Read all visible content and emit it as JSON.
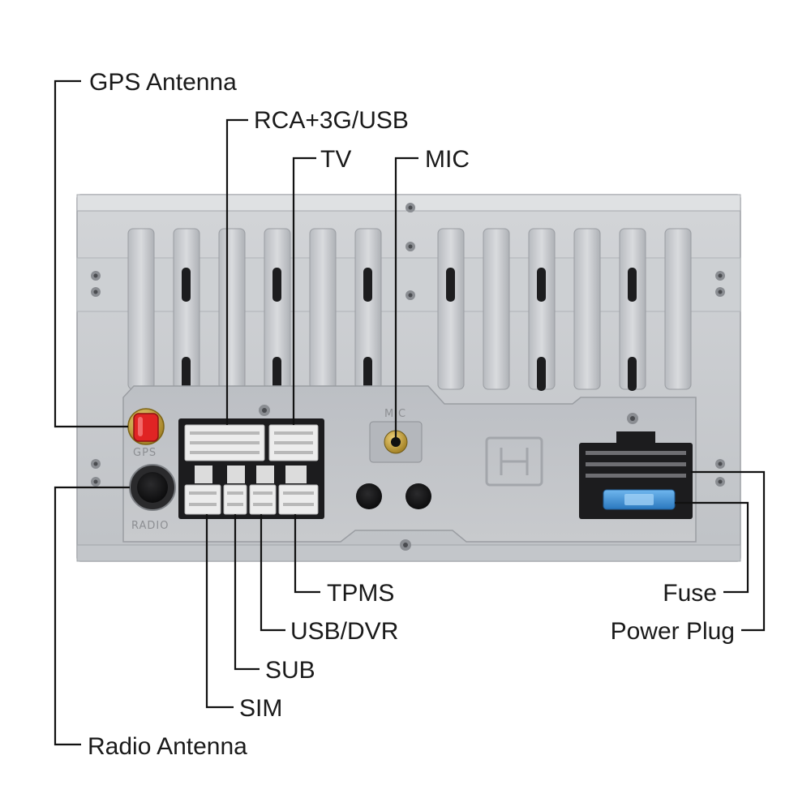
{
  "labels": {
    "gps_antenna": "GPS Antenna",
    "rca_3g_usb": "RCA+3G/USB",
    "tv": "TV",
    "mic": "MIC",
    "tpms": "TPMS",
    "usb_dvr": "USB/DVR",
    "sub": "SUB",
    "sim": "SIM",
    "radio_antenna": "Radio Antenna",
    "fuse": "Fuse",
    "power_plug": "Power Plug"
  },
  "panel_marks": {
    "gps": "GPS",
    "radio": "RADIO",
    "mic": "MIC"
  },
  "colors": {
    "housing": "#c9cbcf",
    "housing_dark": "#a9acb1",
    "connector_black": "#1c1c1e",
    "connector_white": "#ececec",
    "gps_tip_red": "#e02424",
    "gps_gold": "#c9a13a",
    "fuse_blue": "#3b8fd6",
    "leader_line": "#111111"
  }
}
